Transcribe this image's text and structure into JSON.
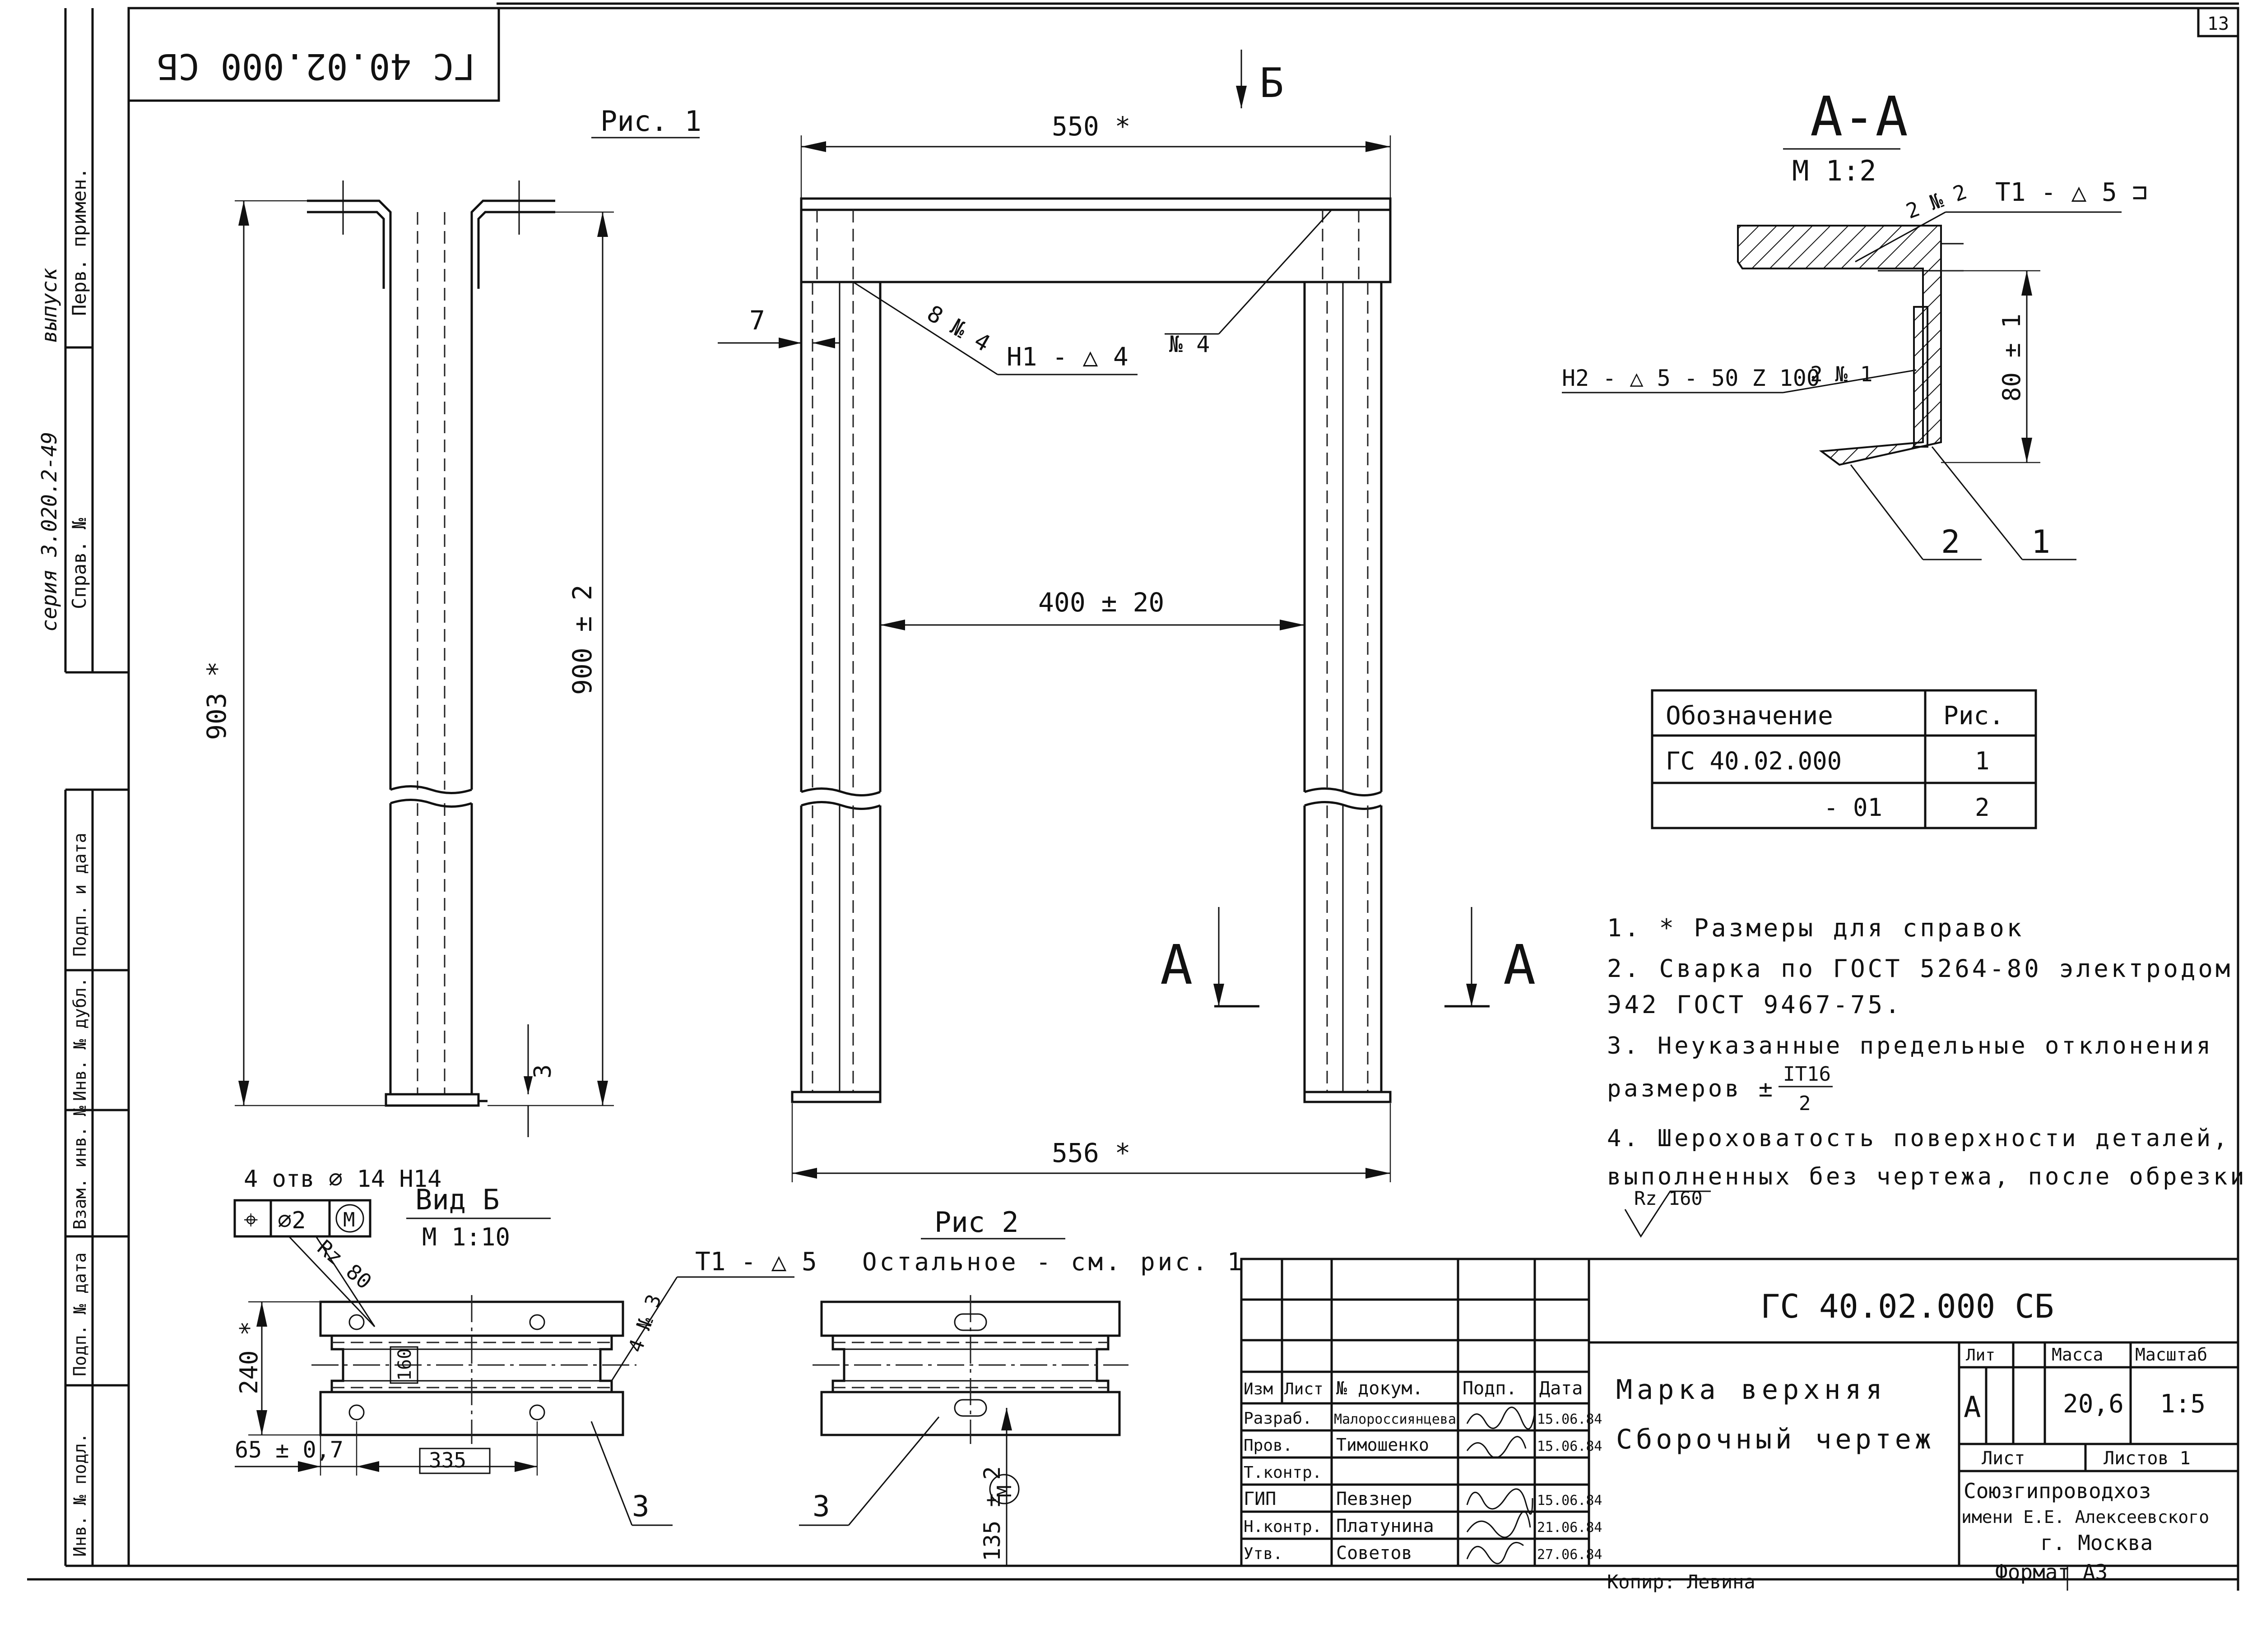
{
  "page": {
    "number": "13",
    "format": "Формат А3",
    "copier": "Копир: Левина"
  },
  "left_margin": {
    "series": "серия 3.020.2-49",
    "vypusk": "выпуск",
    "labels": [
      "Перв. примен.",
      "Справ. №",
      "Подп. и дата",
      "Инв. № дубл.",
      "Взам. инв. №",
      "Подп. № дата",
      "Инв. № подл."
    ]
  },
  "stamp_code_mirrored": "ГС 40.02.000 СБ",
  "fig1": {
    "title": "Рис. 1",
    "dim_overall": "903 *",
    "dim_height": "900 ± 2",
    "dim_base": "3"
  },
  "main_view": {
    "view_mark": "Б",
    "dim_top": "550 *",
    "dim_bottom": "556 *",
    "dim_mid": "400 ± 20",
    "dim_offset": "7",
    "weld_left_ref": "8 № 4",
    "weld_left_symbol": "Н1 - △ 4",
    "weld_right_ref": "№ 4",
    "section_letter": "А"
  },
  "section_aa": {
    "title": "А-А",
    "scale": "М 1:2",
    "weld_top_ref": "2 № 2",
    "weld_top_symbol": "Т1 - △ 5 ⊐",
    "weld_left_symbol": "Н2 - △ 5 - 50 Z 100",
    "weld_left_ref": "2 № 1",
    "dim_height": "80 ± 1",
    "pos_2": "2",
    "pos_1": "1"
  },
  "designation_table": {
    "headers": [
      "Обозначение",
      "Рис."
    ],
    "rows": [
      [
        "ГС 40.02.000",
        "1"
      ],
      [
        "- 01",
        "2"
      ]
    ]
  },
  "notes": {
    "n1": "1. * Размеры для справок",
    "n2a": "2. Сварка по ГОСТ 5264-80 электродом",
    "n2b": "Э42 ГОСТ 9467-75.",
    "n3a": "3. Неуказанные предельные отклонения",
    "n3b": "размеров ±",
    "n3_frac_num": "IT16",
    "n3_frac_den": "2",
    "n4a": "4. Шероховатость поверхности деталей,",
    "n4b": "выполненных без чертежа, после обрезки",
    "n4_rz": "Rz 160"
  },
  "view_b": {
    "holes": "4 отв ⌀ 14 Н14",
    "tol_sym": "⌖",
    "tol_val": "⌀2",
    "tol_mod": "М",
    "rough": "Rz 80",
    "title": "Вид Б",
    "scale": "М 1:10",
    "weld": "Т1 - △ 5",
    "weld_ref": "4 № 3",
    "dim_h": "240 *",
    "dim_slot": "160",
    "dim_left": "65 ± 0,7",
    "dim_span": "335",
    "pos": "3"
  },
  "fig2": {
    "title": "Рис 2",
    "subtitle": "Остальное - см. рис. 1",
    "dim": "135 ± 2",
    "mod": "М",
    "pos": "3"
  },
  "title_block": {
    "code": "ГС 40.02.000 СБ",
    "name1": "Марка верхняя",
    "name2": "Сборочный чертеж",
    "col_headers": [
      "Изм",
      "Лист",
      "№ докум.",
      "Подп.",
      "Дата"
    ],
    "people": [
      {
        "role": "Разраб.",
        "name": "Малороссиянцева",
        "date": "15.06.84"
      },
      {
        "role": "Пров.",
        "name": "Тимошенко",
        "date": "15.06.84"
      },
      {
        "role": "Т.контр.",
        "name": "",
        "date": ""
      },
      {
        "role": "ГИП",
        "name": "Певзнер",
        "date": "15.06.84"
      },
      {
        "role": "Н.контр.",
        "name": "Платунина",
        "date": "21.06.84"
      },
      {
        "role": "Утв.",
        "name": "Советов",
        "date": "27.06.84"
      }
    ],
    "lit_label": "Лит",
    "mass_label": "Масса",
    "scale_label": "Масштаб",
    "lit": "А",
    "mass": "20,6",
    "scale": "1:5",
    "sheet_label": "Лист",
    "sheets_label": "Листов 1",
    "org1": "Союзгипроводхоз",
    "org2": "имени Е.Е. Алексеевского",
    "org3": "г. Москва"
  }
}
